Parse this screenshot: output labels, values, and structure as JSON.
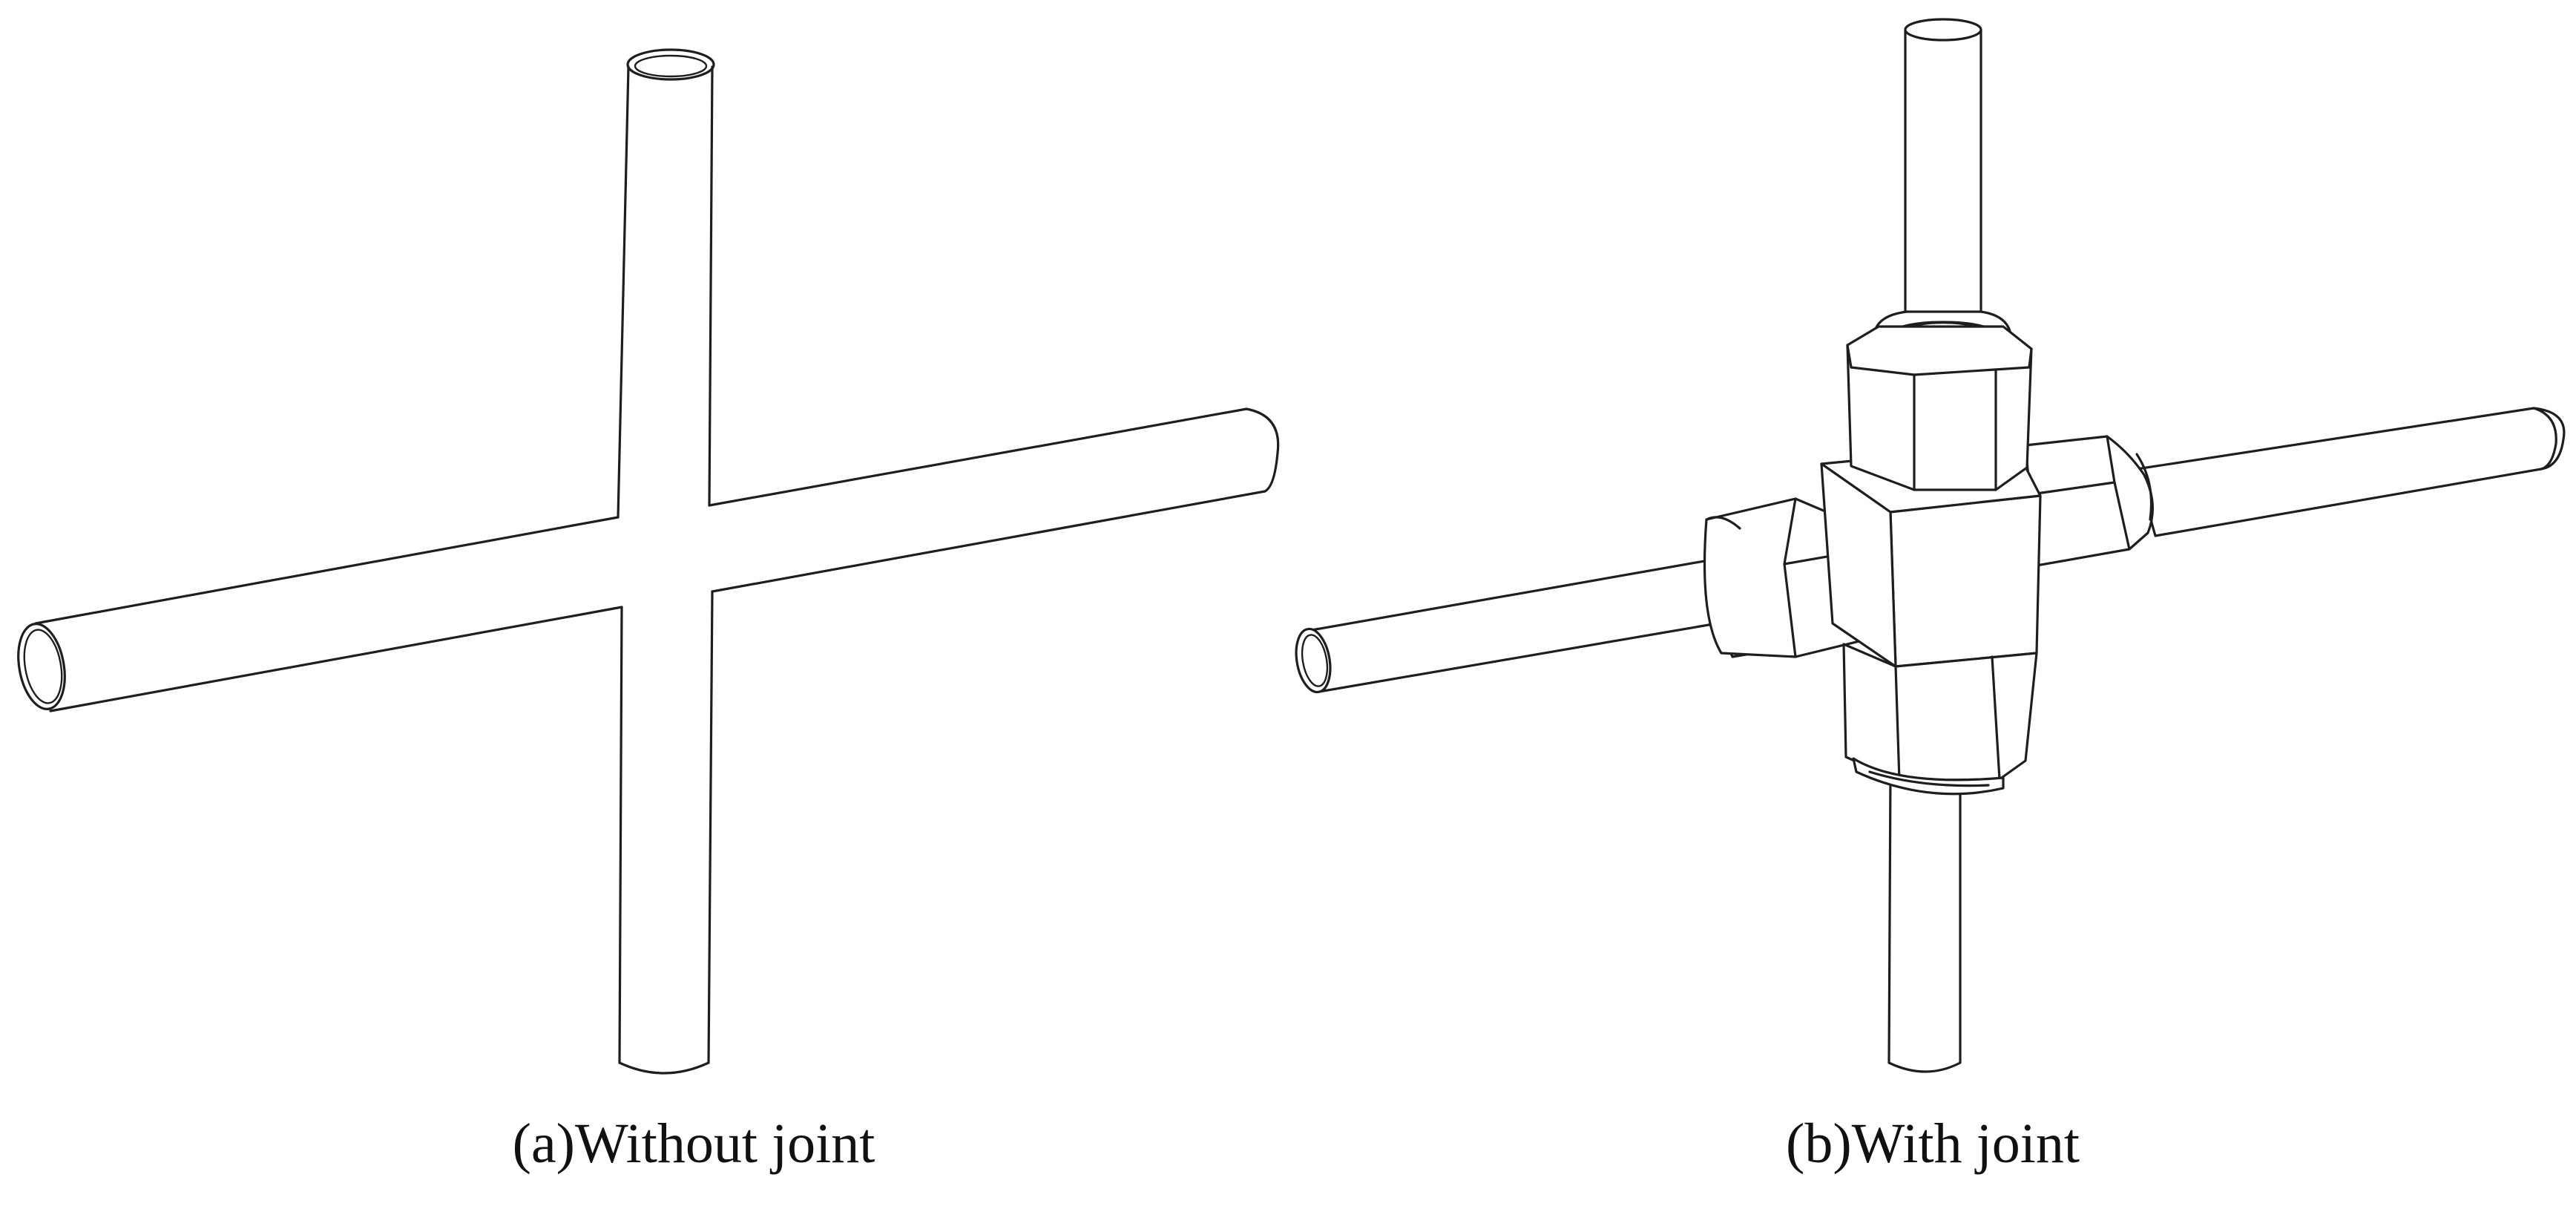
{
  "figure": {
    "panels": [
      {
        "id": "a",
        "caption": "(a)Without joint"
      },
      {
        "id": "b",
        "caption": "(b)With joint"
      }
    ]
  }
}
